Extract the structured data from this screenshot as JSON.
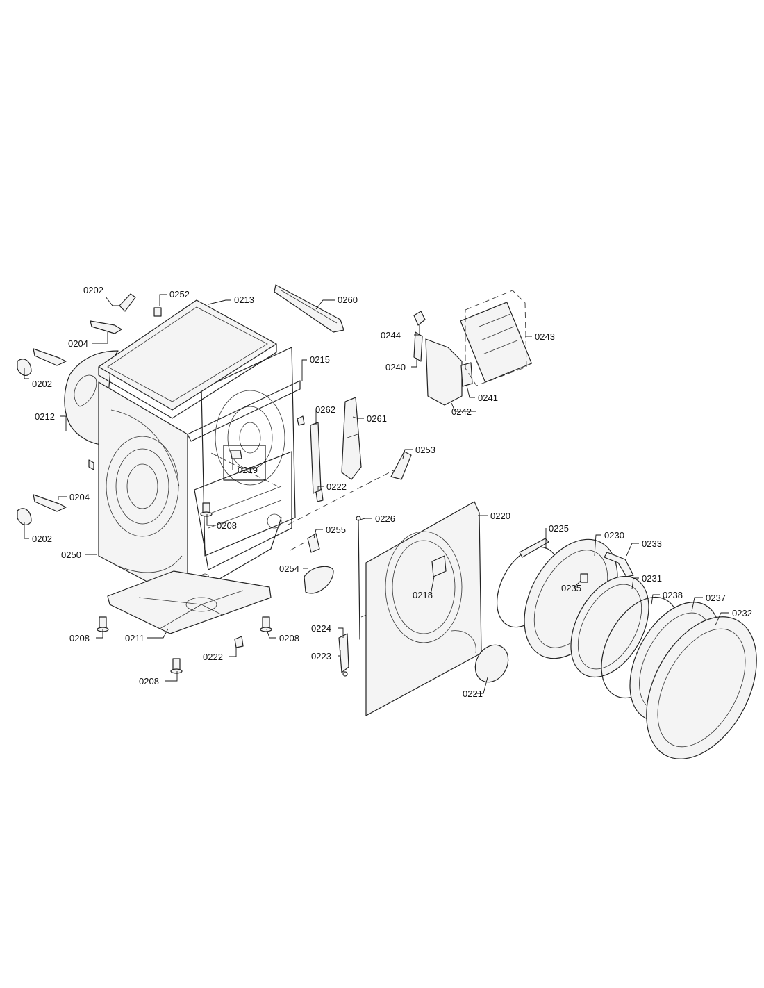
{
  "callouts": {
    "c0202_top": "0202",
    "c0252": "0252",
    "c0213": "0213",
    "c0260": "0260",
    "c0204_top": "0204",
    "c0202_mid": "0202",
    "c0215": "0215",
    "c0244": "0244",
    "c0243": "0243",
    "c0240": "0240",
    "c0241": "0241",
    "c0242": "0242",
    "c0212": "0212",
    "c0262": "0262",
    "c0261": "0261",
    "c0219": "0219",
    "c0253": "0253",
    "c0204_bot": "0204",
    "c0222_mid": "0222",
    "c0226": "0226",
    "c0220": "0220",
    "c0202_bot": "0202",
    "c0208_mid": "0208",
    "c0255": "0255",
    "c0225": "0225",
    "c0230": "0230",
    "c0233": "0233",
    "c0250": "0250",
    "c0254": "0254",
    "c0235": "0235",
    "c0231": "0231",
    "c0218": "0218",
    "c0238": "0238",
    "c0237": "0237",
    "c0232": "0232",
    "c0224": "0224",
    "c0208_left": "0208",
    "c0211": "0211",
    "c0208_right": "0208",
    "c0223": "0223",
    "c0222_bot": "0222",
    "c0221": "0221",
    "c0208_bot": "0208"
  }
}
